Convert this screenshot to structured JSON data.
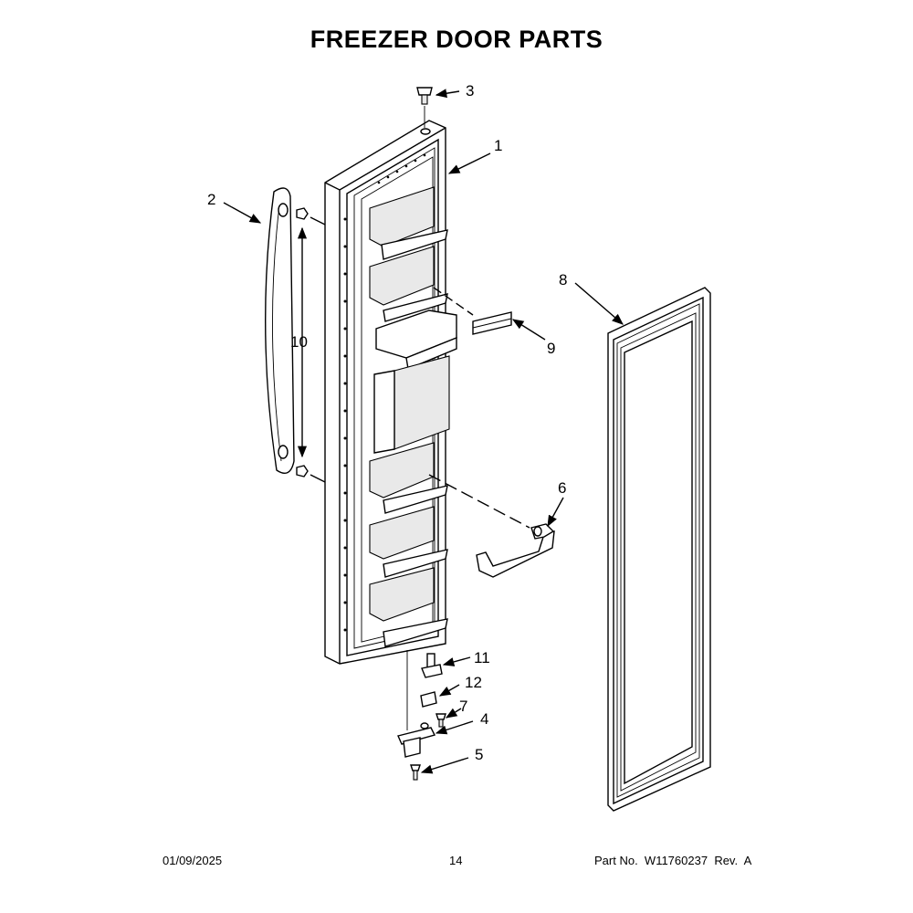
{
  "title": "FREEZER DOOR PARTS",
  "callouts": {
    "c1": "1",
    "c2": "2",
    "c3": "3",
    "c4": "4",
    "c5": "5",
    "c6": "6",
    "c7": "7",
    "c8": "8",
    "c9": "9",
    "c10": "10",
    "c11": "11",
    "c12": "12"
  },
  "footer": {
    "date": "01/09/2025",
    "page": "14",
    "part_label": "Part No.",
    "part_number": "W11760237",
    "revision": "Rev.  A"
  }
}
